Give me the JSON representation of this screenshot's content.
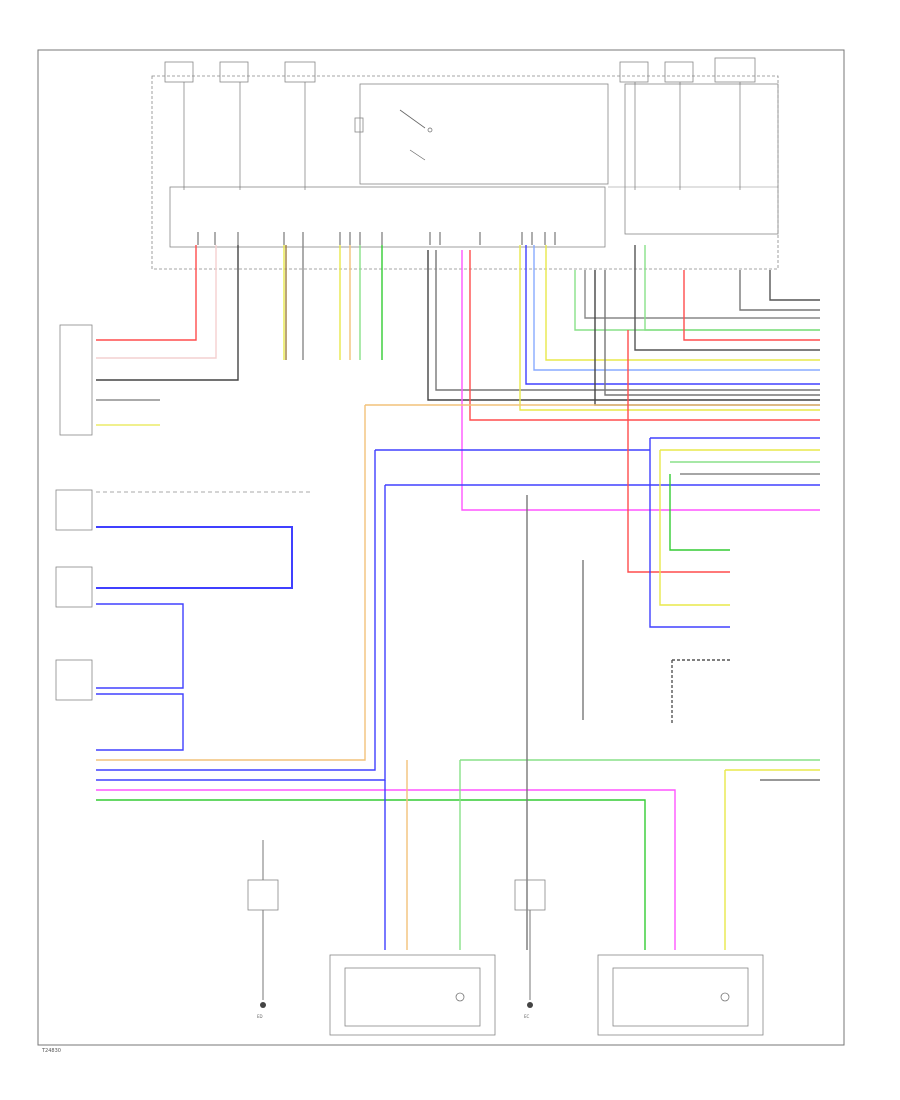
{
  "diagram": {
    "page_code": "T24830",
    "wire_colors": {
      "R": "#ff4d4d",
      "L": "#4040ff",
      "G": "#33cc33",
      "Y": "#e8e84a",
      "P": "#ff55ff",
      "LG": "#88e088",
      "O": "#f2c27a",
      "B": "#444444",
      "GR": "#888888",
      "W": "#f4f4f4",
      "V": "#b080ff"
    },
    "ground_labels": [
      "ED",
      "EC"
    ]
  }
}
